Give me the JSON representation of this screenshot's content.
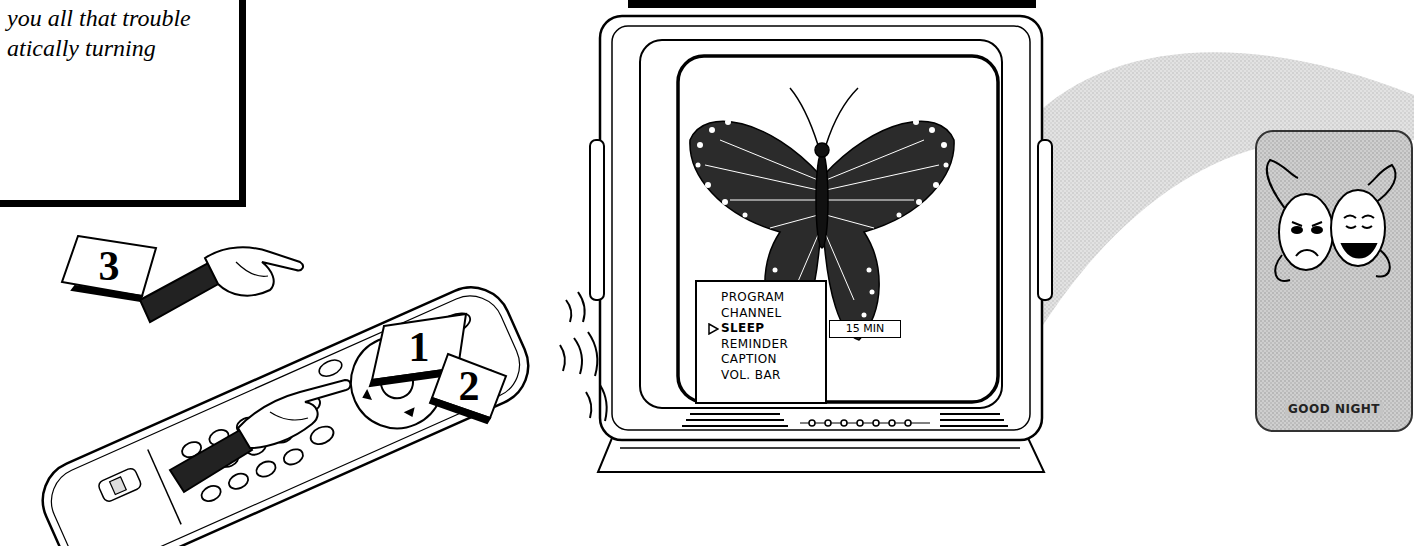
{
  "diagram": {
    "nodes": [
      {
        "text": [
          "you all that trouble atically turning"
        ]
      },
      {
        "text": [
          "3"
        ]
      },
      {
        "text": [
          "1"
        ]
      },
      {
        "text": [
          "2"
        ]
      },
      {
        "text": [
          "PROGRAM",
          "CHANNEL",
          "SLEEP",
          "REMINDER",
          "CAPTION",
          "VOL. BAR"
        ]
      },
      {
        "text": [
          "15 MIN"
        ]
      },
      {
        "text": [
          "GOOD NIGHT"
        ]
      }
    ]
  }
}
